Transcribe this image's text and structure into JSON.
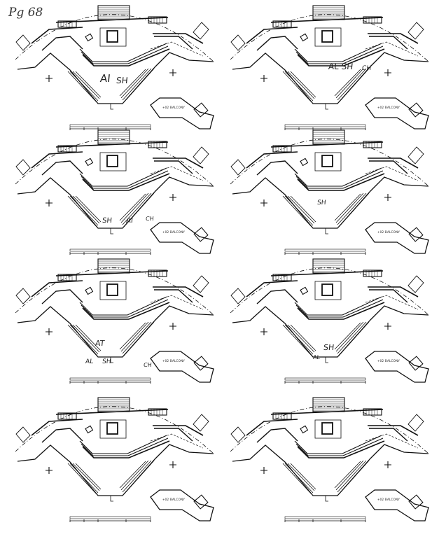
{
  "page_label": "Pg 68",
  "balcony_label": "+02  BALCONY",
  "panels": [
    {
      "notes": [
        "AI",
        "SH"
      ]
    },
    {
      "notes": [
        "AL SH",
        "CH"
      ]
    },
    {
      "notes": [
        "SH",
        "AI",
        "CH"
      ]
    },
    {
      "notes": [
        "SH"
      ]
    },
    {
      "notes": [
        "AT",
        "AL",
        "SH",
        "CH"
      ]
    },
    {
      "notes": [
        "SH",
        "AL"
      ]
    },
    {
      "notes": []
    },
    {
      "notes": []
    }
  ]
}
